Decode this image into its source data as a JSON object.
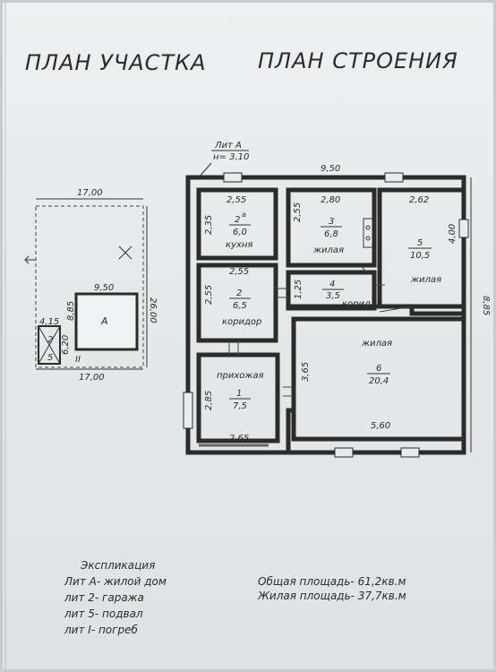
{
  "titles": {
    "site_plan": "ПЛАН УЧАСТКА",
    "building_plan": "ПЛАН СТРОЕНИЯ"
  },
  "building": {
    "lit_label": "Лит А",
    "height_label": "н= 3,10",
    "overall_width": "9,50",
    "overall_length": "8,85",
    "side_dim_400": "4,00",
    "room_1a": {
      "width": "2,55",
      "side": "2,35",
      "num": "2",
      "sup": "а",
      "area": "6,0",
      "name": "кухня"
    },
    "room_3": {
      "width": "2,80",
      "side": "2,55",
      "num": "3",
      "area": "6,8",
      "name": "жилая"
    },
    "room_5": {
      "width": "2,62",
      "num": "5",
      "area": "10,5",
      "name": "жилая"
    },
    "room_2": {
      "width": "2,55",
      "side": "2,55",
      "num": "2",
      "area": "6,5",
      "name": "коридор"
    },
    "room_4": {
      "side": "1,25",
      "num": "4",
      "area": "3,5",
      "name": "корид."
    },
    "room_6": {
      "side": "3,65",
      "num": "6",
      "area": "20,4",
      "name": "жилая",
      "width": "5,60"
    },
    "room_1": {
      "side": "2,85",
      "num": "1",
      "area": "7,5",
      "name": "прихожая",
      "width": "2,65"
    }
  },
  "site": {
    "top_width": "17,00",
    "bottom_width": "17,00",
    "depth": "26,00",
    "house_width": "9,50",
    "house_depth": "8,85",
    "house_label": "А",
    "d_415": "4,15",
    "d_620": "6,20",
    "shed_2": "2",
    "shed_5": "5",
    "mark_II": "II"
  },
  "explication": {
    "title": "Экспликация",
    "items": [
      "Лит А- жилой дом",
      "лит 2- гаража",
      "лит 5- подвал",
      "лит I- погреб"
    ]
  },
  "totals": {
    "total_area": "Общая площадь- 61,2кв.м",
    "living_area": "Жилая площадь- 37,7кв.м"
  }
}
